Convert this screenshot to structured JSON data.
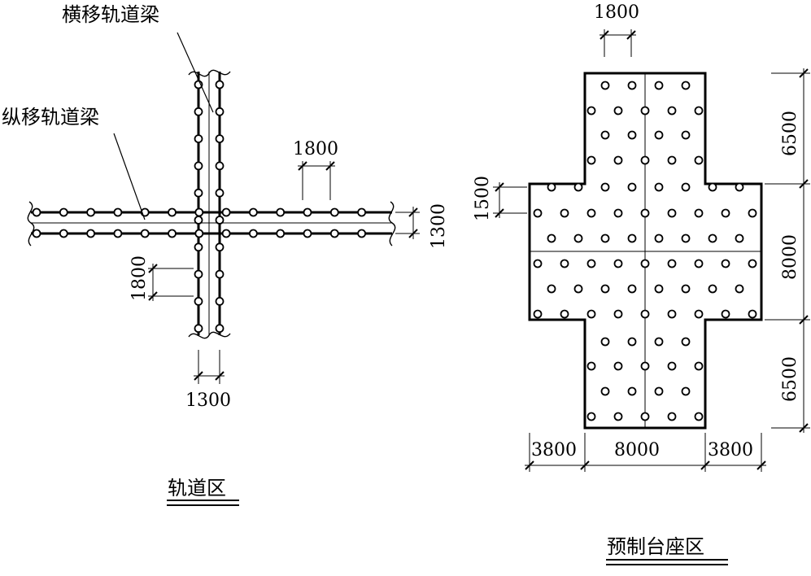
{
  "track_area": {
    "title": "轨道区",
    "transverse_beam_label": "横移轨道梁",
    "longitudinal_beam_label": "纵移轨道梁",
    "dim_spacing_top": "1800",
    "dim_rail_gap_right": "1300",
    "dim_spacing_left": "1800",
    "dim_rail_gap_bottom": "1300"
  },
  "pedestal_area": {
    "title": "预制台座区",
    "dim_top_spacing": "1800",
    "dim_row_spacing": "1500",
    "dim_upper_arm": "6500",
    "dim_middle": "8000",
    "dim_lower_arm": "6500",
    "dim_left_arm": "3800",
    "dim_center": "8000",
    "dim_right_arm": "3800"
  }
}
